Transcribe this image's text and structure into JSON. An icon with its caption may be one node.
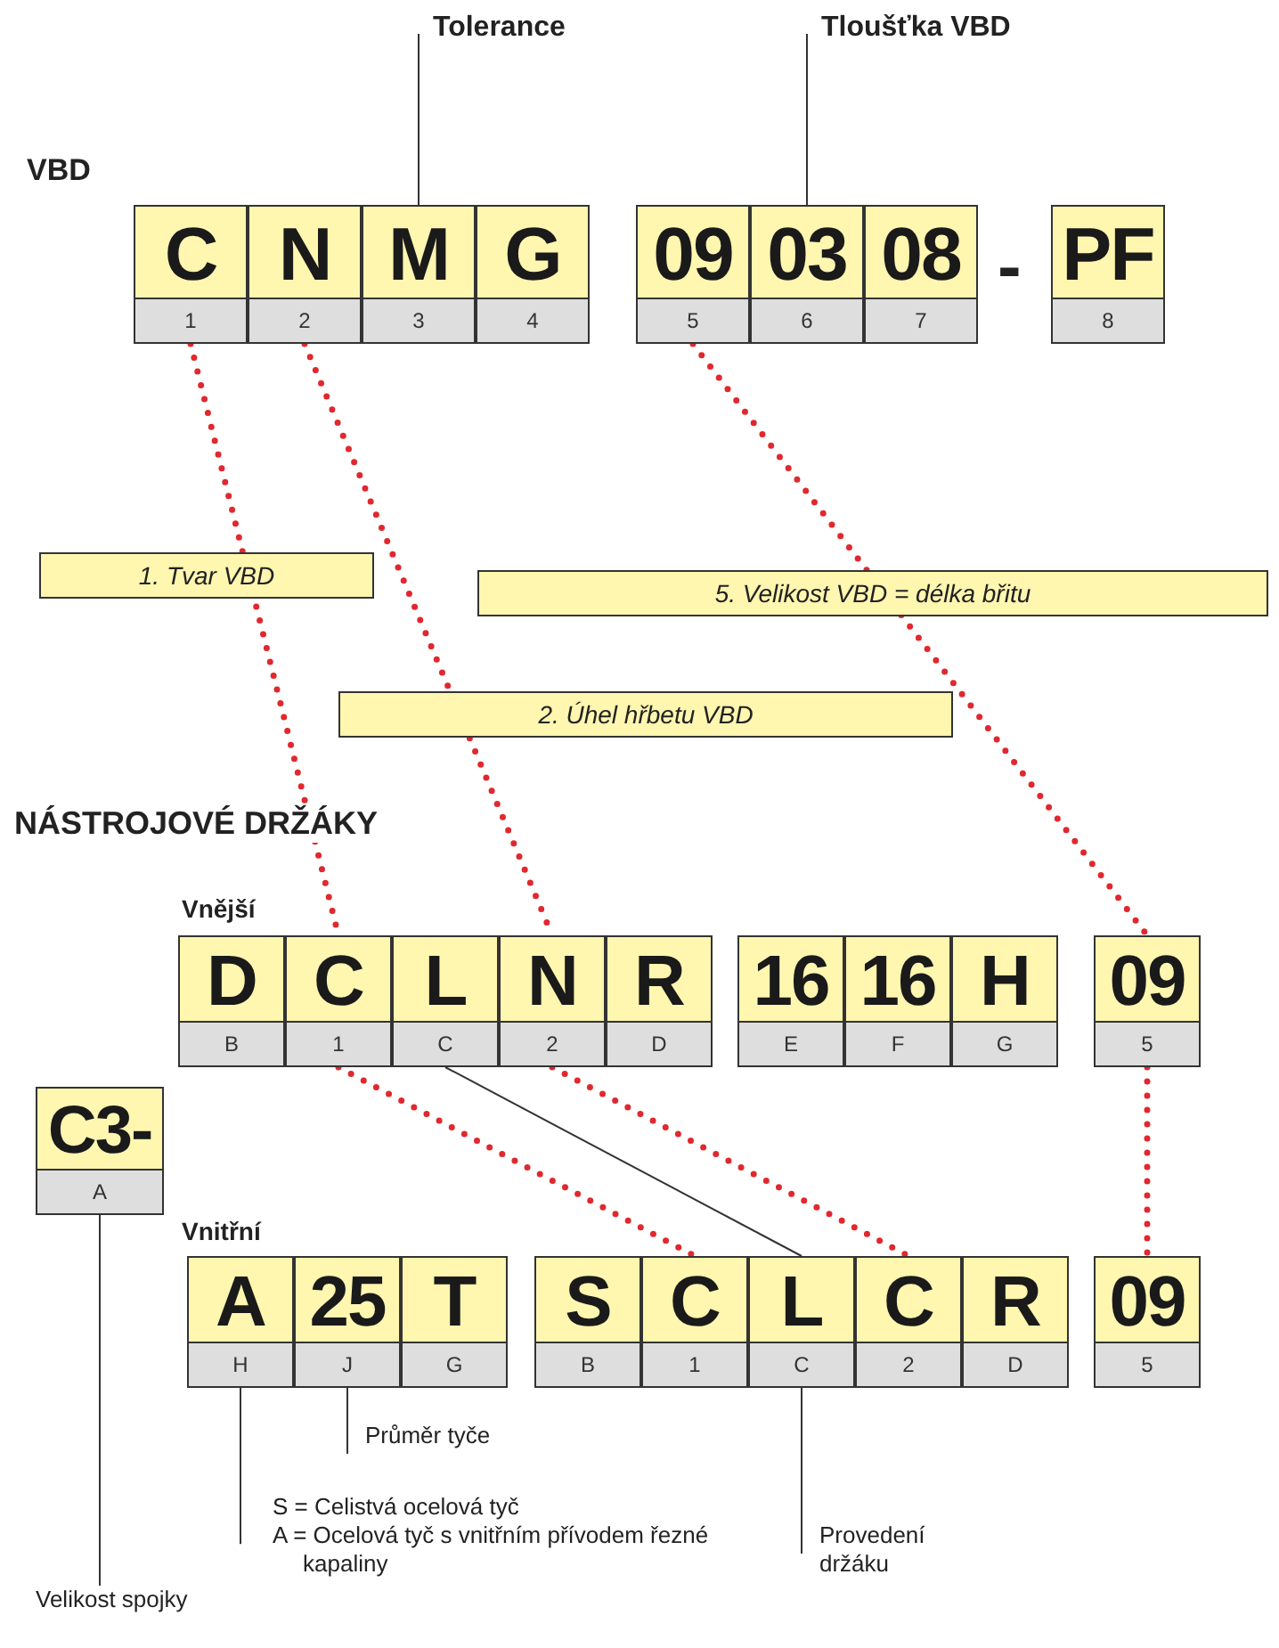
{
  "diagram": {
    "nodes": [
      {
        "text": [
          "Tolerance"
        ]
      },
      {
        "text": [
          "Tloušťka VBD"
        ]
      },
      {
        "text": [
          "C",
          "1"
        ]
      },
      {
        "text": [
          "N",
          "2"
        ]
      },
      {
        "text": [
          "M",
          "3"
        ]
      },
      {
        "text": [
          "G",
          "4"
        ]
      },
      {
        "text": [
          "09",
          "5"
        ]
      },
      {
        "text": [
          "03",
          "6"
        ]
      },
      {
        "text": [
          "08",
          "7"
        ]
      },
      {
        "text": [
          "PF",
          "8"
        ]
      },
      {
        "text": [
          "D",
          "B"
        ]
      },
      {
        "text": [
          "C",
          "1"
        ]
      },
      {
        "text": [
          "L",
          "C"
        ]
      },
      {
        "text": [
          "N",
          "2"
        ]
      },
      {
        "text": [
          "R",
          "D"
        ]
      },
      {
        "text": [
          "16",
          "E"
        ]
      },
      {
        "text": [
          "16",
          "F"
        ]
      },
      {
        "text": [
          "H",
          "G"
        ]
      },
      {
        "text": [
          "09",
          "5"
        ]
      },
      {
        "text": [
          "C3-",
          "A"
        ]
      },
      {
        "text": [
          "A",
          "H"
        ]
      },
      {
        "text": [
          "25",
          "J"
        ]
      },
      {
        "text": [
          "T",
          "G"
        ]
      },
      {
        "text": [
          "S",
          "B"
        ]
      },
      {
        "text": [
          "C",
          "1"
        ]
      },
      {
        "text": [
          "L",
          "C"
        ]
      },
      {
        "text": [
          "C",
          "2"
        ]
      },
      {
        "text": [
          "R",
          "D"
        ]
      },
      {
        "text": [
          "09",
          "5"
        ]
      },
      {
        "text": [
          "Průměr tyče"
        ]
      },
      {
        "text": [
          "S = Celistvá ocelová tyč",
          "A = Ocelová tyč s vnitřním přívodem řezné kapaliny"
        ]
      },
      {
        "text": [
          "Velikost spojky"
        ]
      },
      {
        "text": [
          "Provedení držáku"
        ]
      }
    ],
    "edges": [
      {
        "from": 0,
        "to": 4,
        "arrow": "none"
      },
      {
        "from": 1,
        "to": 7,
        "arrow": "none"
      },
      {
        "from": 2,
        "to": 11,
        "arrow": "none",
        "label": "1. Tvar VBD",
        "style": "dashed",
        "color": "#e0282e"
      },
      {
        "from": 3,
        "to": 13,
        "arrow": "none",
        "label": "2. Úhel hřbetu VBD",
        "style": "dashed",
        "color": "#e0282e"
      },
      {
        "from": 6,
        "to": 18,
        "arrow": "none",
        "label": "5. Velikost VBD = délka břitu",
        "style": "dashed",
        "color": "#e0282e"
      },
      {
        "from": 11,
        "to": 24,
        "arrow": "none",
        "style": "dashed",
        "color": "#e0282e"
      },
      {
        "from": 13,
        "to": 26,
        "arrow": "none",
        "style": "dashed",
        "color": "#e0282e"
      },
      {
        "from": 18,
        "to": 28,
        "arrow": "none",
        "style": "dashed",
        "color": "#e0282e"
      },
      {
        "from": 12,
        "to": 25,
        "arrow": "none"
      },
      {
        "from": 29,
        "to": 21,
        "arrow": "none"
      },
      {
        "from": 30,
        "to": 20,
        "arrow": "none"
      },
      {
        "from": 31,
        "to": 19,
        "arrow": "none"
      },
      {
        "from": 32,
        "to": 25,
        "arrow": "none"
      }
    ],
    "labels": [
      "VBD",
      "-",
      "NÁSTROJOVÉ DRŽÁKY",
      "Vnější",
      "Vnitřní"
    ]
  }
}
